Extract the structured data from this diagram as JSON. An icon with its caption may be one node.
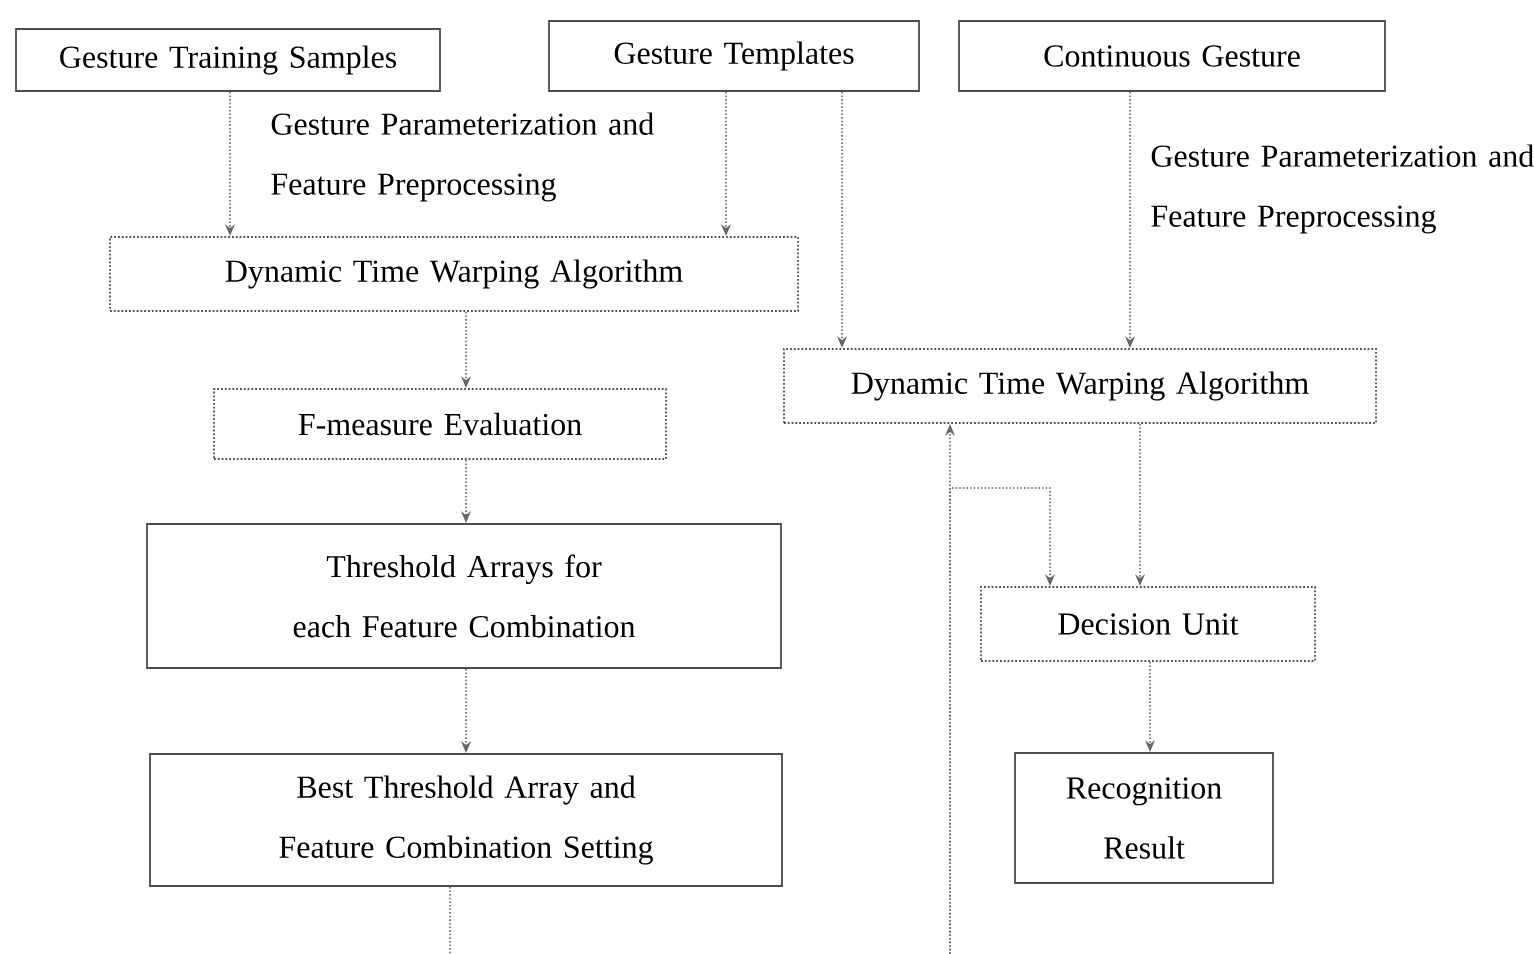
{
  "diagram": {
    "nodes": [
      {
        "text": [
          "Gesture Training Samples"
        ]
      },
      {
        "text": [
          "Gesture Templates"
        ]
      },
      {
        "text": [
          "Continuous Gesture"
        ]
      },
      {
        "text": [
          "Dynamic Time Warping Algorithm"
        ]
      },
      {
        "text": [
          "F-measure Evaluation"
        ]
      },
      {
        "text": [
          "Threshold Arrays for each Feature Combination"
        ]
      },
      {
        "text": [
          "Best Threshold Array and Feature Combination Setting"
        ]
      },
      {
        "text": [
          "Dynamic Time Warping Algorithm"
        ]
      },
      {
        "text": [
          "Decision Unit"
        ]
      },
      {
        "text": [
          "Recognition Result"
        ]
      }
    ],
    "edges": [
      {
        "from": 0,
        "to": 3,
        "arrow": "to"
      },
      {
        "from": 1,
        "to": 3,
        "arrow": "to"
      },
      {
        "from": 1,
        "to": 7,
        "arrow": "to"
      },
      {
        "from": 2,
        "to": 7,
        "arrow": "to"
      },
      {
        "from": 3,
        "to": 4,
        "arrow": "to"
      },
      {
        "from": 4,
        "to": 5,
        "arrow": "to"
      },
      {
        "from": 5,
        "to": 6,
        "arrow": "to"
      },
      {
        "from": 7,
        "to": 8,
        "arrow": "to"
      },
      {
        "from": 8,
        "to": 9,
        "arrow": "to"
      },
      {
        "from": 6,
        "to": null,
        "arrow": "none"
      },
      {
        "from": null,
        "to": 7,
        "arrow": "to"
      },
      {
        "from": null,
        "to": 8,
        "arrow": "to"
      }
    ],
    "labels": [
      "Gesture Parameterization and Feature Preprocessing",
      "Gesture Parameterization and Feature Preprocessing"
    ]
  }
}
